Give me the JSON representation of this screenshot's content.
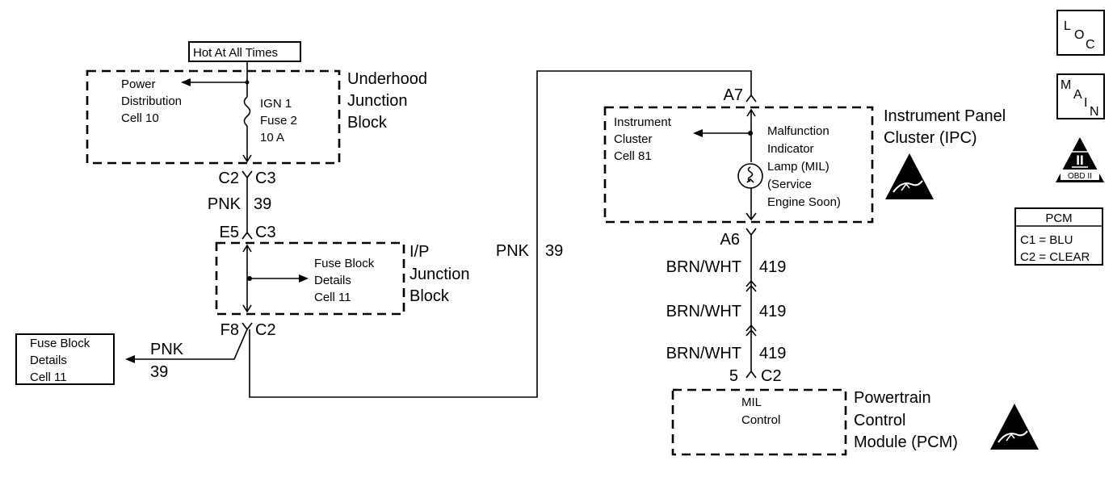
{
  "underhood": {
    "hot_label": "Hot At All Times",
    "name": [
      "Underhood",
      "Junction",
      "Block"
    ],
    "power_dist": [
      "Power",
      "Distribution",
      "Cell 10"
    ],
    "fuse": [
      "IGN 1",
      "Fuse 2",
      "10 A"
    ]
  },
  "conn_top": {
    "left": "C2",
    "right": "C3"
  },
  "wire1": {
    "color": "PNK",
    "circuit": "39"
  },
  "conn_ip_top": {
    "left": "E5",
    "right": "C3"
  },
  "ip_block": {
    "name": [
      "I/P",
      "Junction",
      "Block"
    ],
    "fuse_details": [
      "Fuse Block",
      "Details",
      "Cell 11"
    ]
  },
  "conn_ip_bottom": {
    "left": "F8",
    "right": "C2"
  },
  "fuse_ref_box": [
    "Fuse Block",
    "Details",
    "Cell 11"
  ],
  "wire_left": {
    "color": "PNK",
    "circuit": "39"
  },
  "wire_long": {
    "color": "PNK",
    "circuit": "39"
  },
  "ipc": {
    "conn_top": "A7",
    "conn_bottom": "A6",
    "name": [
      "Instrument Panel",
      "Cluster (IPC)"
    ],
    "cluster_ref": [
      "Instrument",
      "Cluster",
      "Cell 81"
    ],
    "mil": [
      "Malfunction",
      "Indicator",
      "Lamp (MIL)",
      "(Service",
      "Engine Soon)"
    ]
  },
  "wire2": [
    {
      "color": "BRN/WHT",
      "circuit": "419"
    },
    {
      "color": "BRN/WHT",
      "circuit": "419"
    },
    {
      "color": "BRN/WHT",
      "circuit": "419"
    }
  ],
  "pcm_conn": {
    "left": "5",
    "right": "C2"
  },
  "pcm": {
    "name": [
      "Powertrain",
      "Control",
      "Module (PCM)"
    ],
    "mil_control": [
      "MIL",
      "Control"
    ]
  },
  "side_icons": {
    "loc": [
      "L",
      "O",
      "C"
    ],
    "main": [
      "M",
      "A",
      "I",
      "N"
    ],
    "obd": {
      "numeral": "II",
      "label": "OBD II"
    }
  },
  "pcm_legend": {
    "title": "PCM",
    "rows": [
      "C1 = BLU",
      "C2 = CLEAR"
    ]
  },
  "icons": [
    "esd-warning-icon",
    "obd-ii-icon",
    "loc-icon",
    "main-icon"
  ]
}
